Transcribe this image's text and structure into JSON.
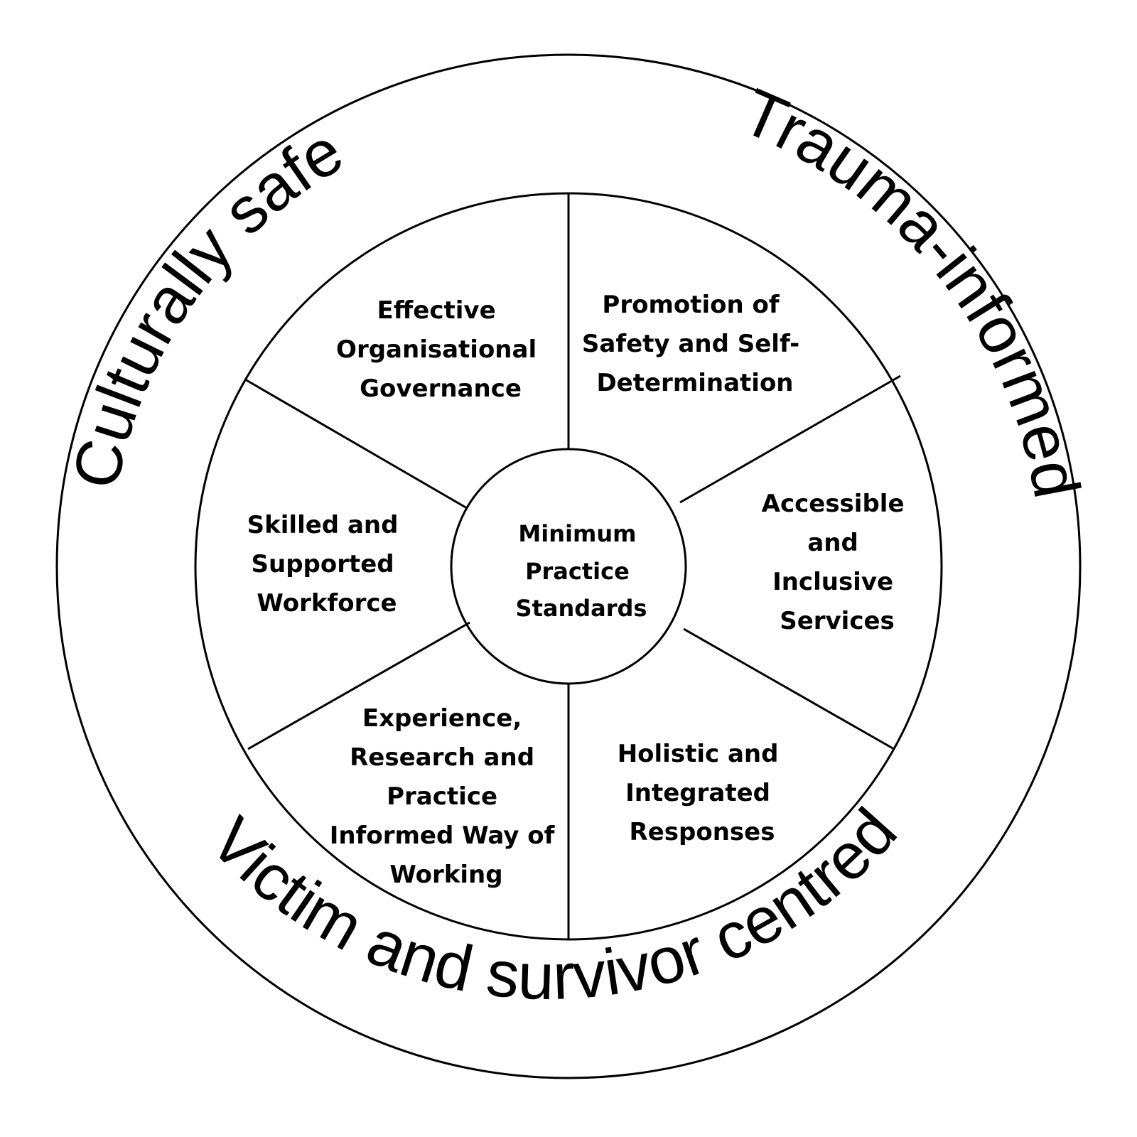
{
  "outer_ring": {
    "culturally_safe": "Culturally safe",
    "trauma_informed": "Trauma-informed",
    "victim_survivor": "Victim and survivor centred"
  },
  "center": {
    "lines": [
      "Minimum",
      "Practice",
      "Standards"
    ]
  },
  "segments": {
    "governance": [
      "Effective",
      "Organisational",
      "Governance"
    ],
    "safety": [
      "Promotion of",
      "Safety and Self-",
      "Determination"
    ],
    "accessible": [
      "Accessible",
      "and",
      "Inclusive",
      "Services"
    ],
    "holistic": [
      "Holistic and",
      "Integrated",
      "Responses"
    ],
    "experience": [
      "Experience,",
      "Research and",
      "Practice",
      "Informed Way of",
      "Working"
    ],
    "workforce": [
      "Skilled and",
      "Supported",
      "Workforce"
    ]
  }
}
